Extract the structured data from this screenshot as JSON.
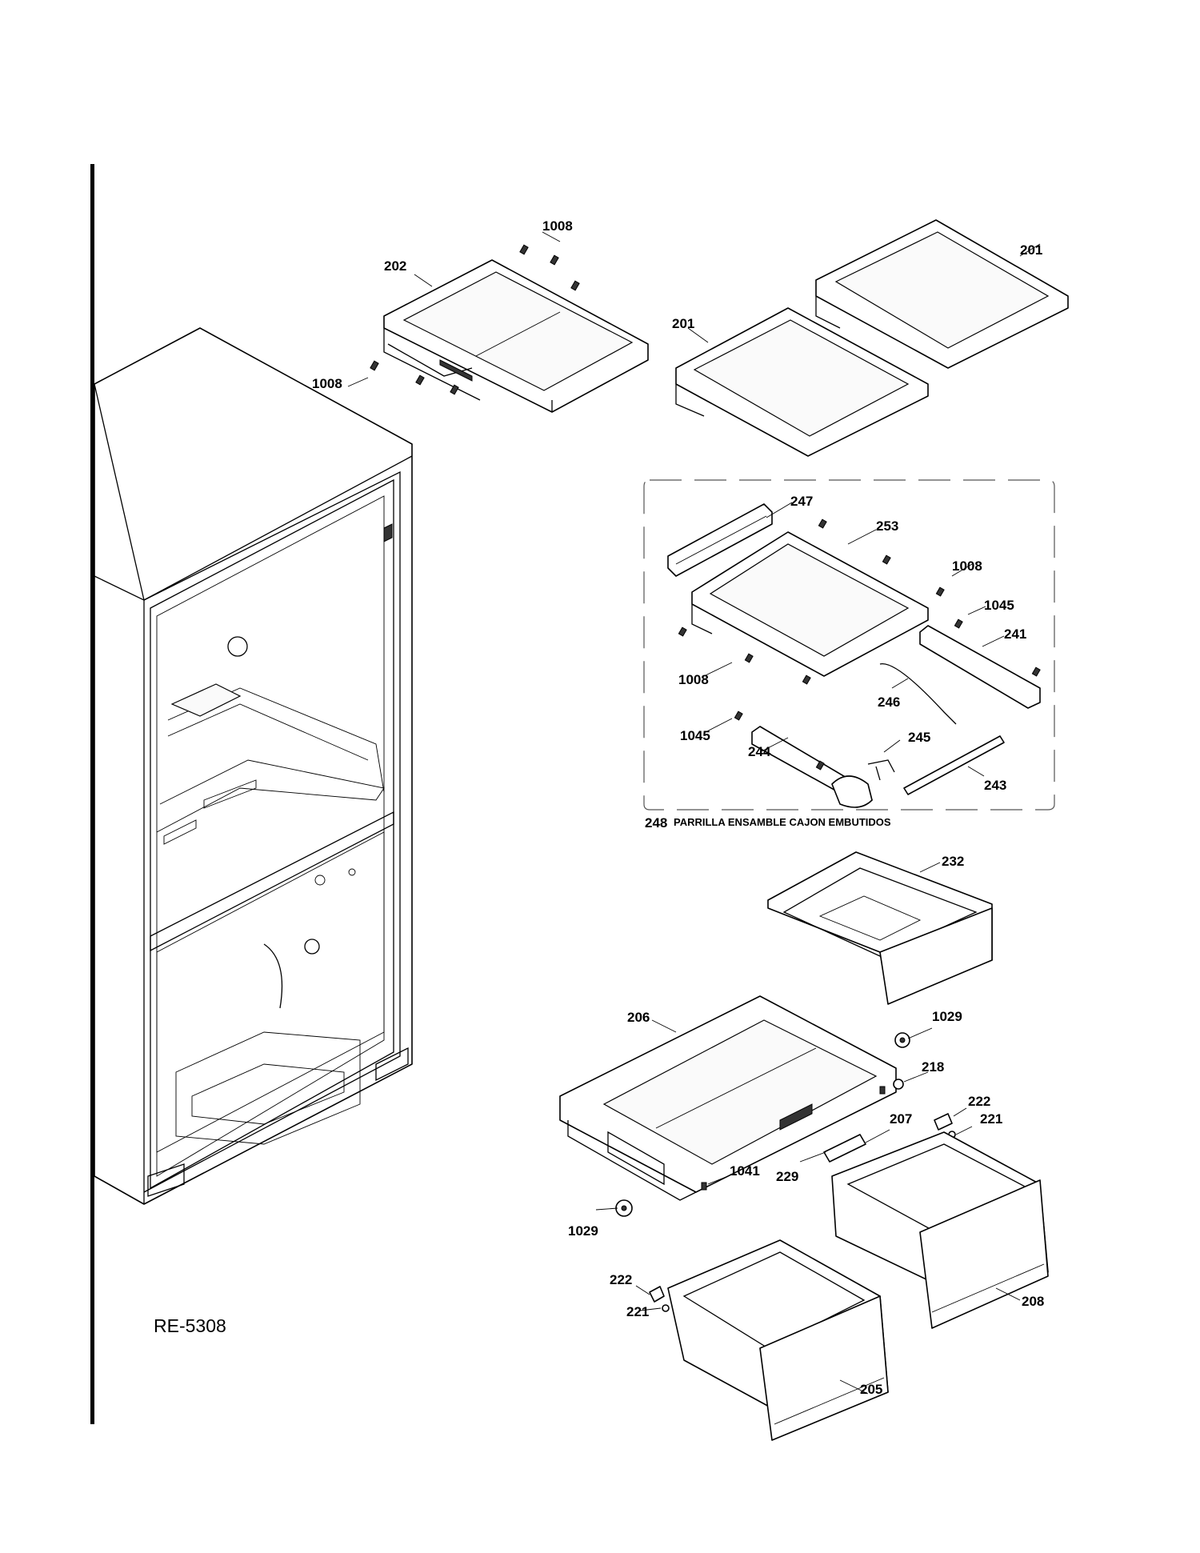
{
  "drawing_number": "RE-5308",
  "assembly_caption": {
    "number": "248",
    "text": "PARRILLA ENSAMBLE CAJON EMBUTIDOS"
  },
  "callouts": [
    "1008",
    "202",
    "201",
    "201",
    "1008",
    "247",
    "253",
    "1008",
    "1045",
    "241",
    "1008",
    "246",
    "1045",
    "244",
    "245",
    "243",
    "232",
    "206",
    "1029",
    "218",
    "222",
    "221",
    "207",
    "1041",
    "229",
    "1029",
    "208",
    "222",
    "221",
    "205"
  ]
}
